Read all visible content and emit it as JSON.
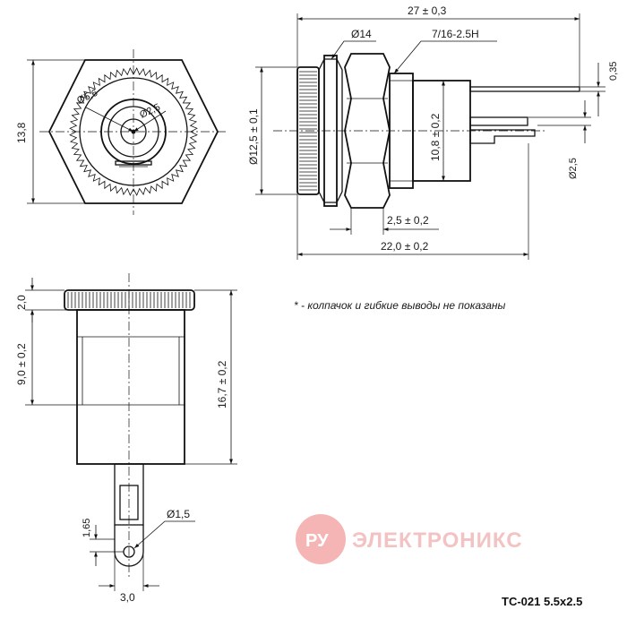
{
  "dimensions": {
    "overall_length": "27 ± 0,3",
    "body_length": "22,0 ± 0,2",
    "flange_thickness": "2,5 ± 0,2",
    "cap_diameter": "Ø14",
    "thread": "7/16-2.5H",
    "pin_thickness": "0,35",
    "pin_diameter": "Ø2,5",
    "cap_outer_diameter": "Ø12,5 ± 0,1",
    "body_diameter": "10,8 ± 0,2",
    "hex_size": "13,8",
    "outer_hole": "Ø5,6",
    "inner_pin": "Ø2,5",
    "cap_height": "2,0",
    "thread_length": "9,0 ± 0,2",
    "total_height": "16,7 ± 0,2",
    "lug_hole": "Ø1,5",
    "lug_offset": "1,65",
    "lug_width": "3,0"
  },
  "note": "* - колпачок и гибкие выводы не показаны",
  "brand": {
    "badge": "РУ",
    "name": "ЭЛЕКТРОНИКС",
    "color": "#e53935"
  },
  "model": "ТС-021 5.5x2.5"
}
